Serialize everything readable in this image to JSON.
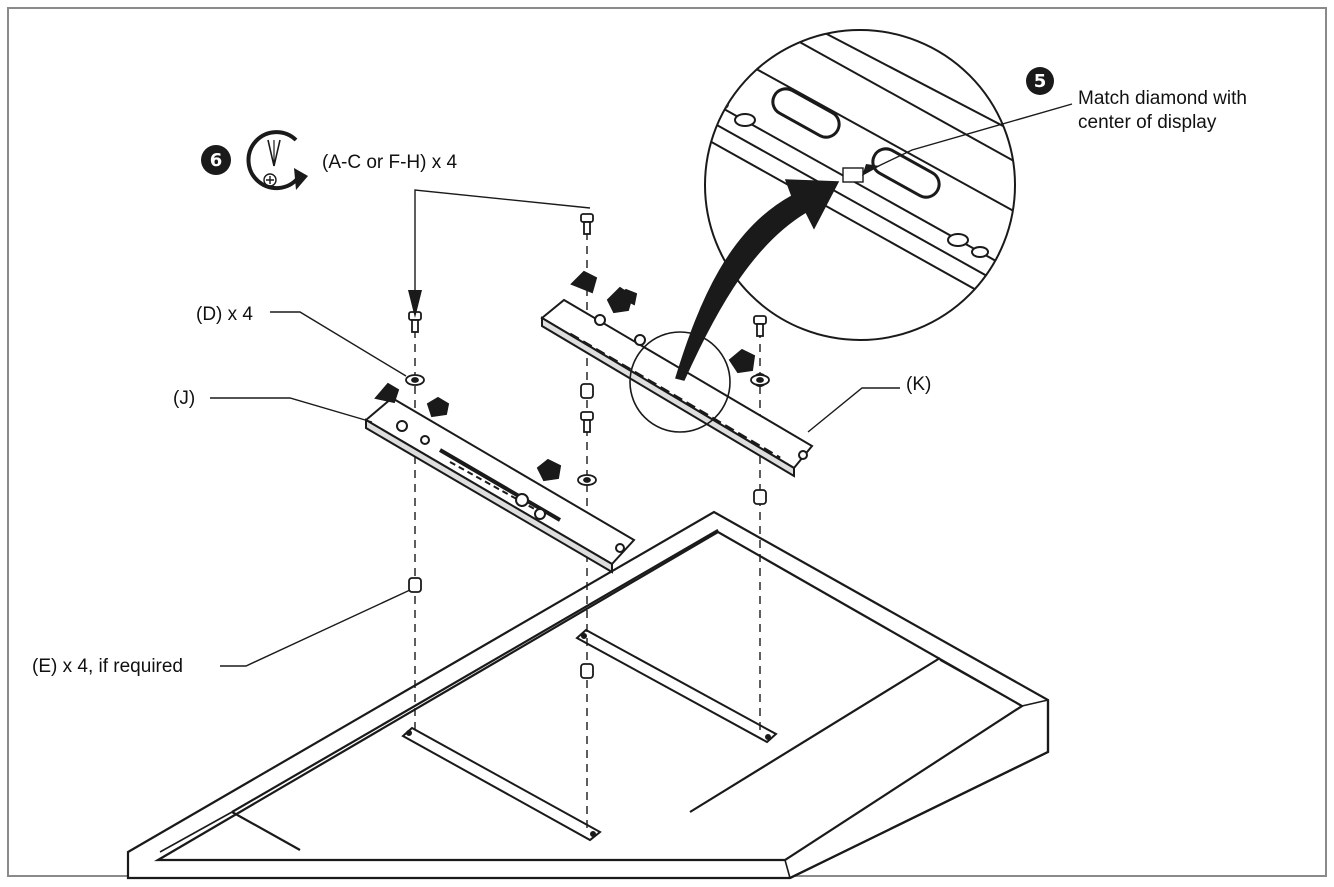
{
  "steps": [
    {
      "number": "5",
      "text_lines": [
        "Match diamond with",
        "center of display"
      ]
    },
    {
      "number": "6",
      "text": "(A-C or F-H) x 4"
    }
  ],
  "labels": {
    "washer": "(D) x 4",
    "left_bracket": "(J)",
    "right_bracket": "(K)",
    "spacer": "(E) x 4, if required"
  },
  "icons": {
    "tighten": "screwdriver-clockwise-icon",
    "step_badge": "black-circle-number"
  },
  "colors": {
    "ink": "#1a1a1a",
    "background": "#ffffff",
    "frame": "#8a8a8a"
  }
}
